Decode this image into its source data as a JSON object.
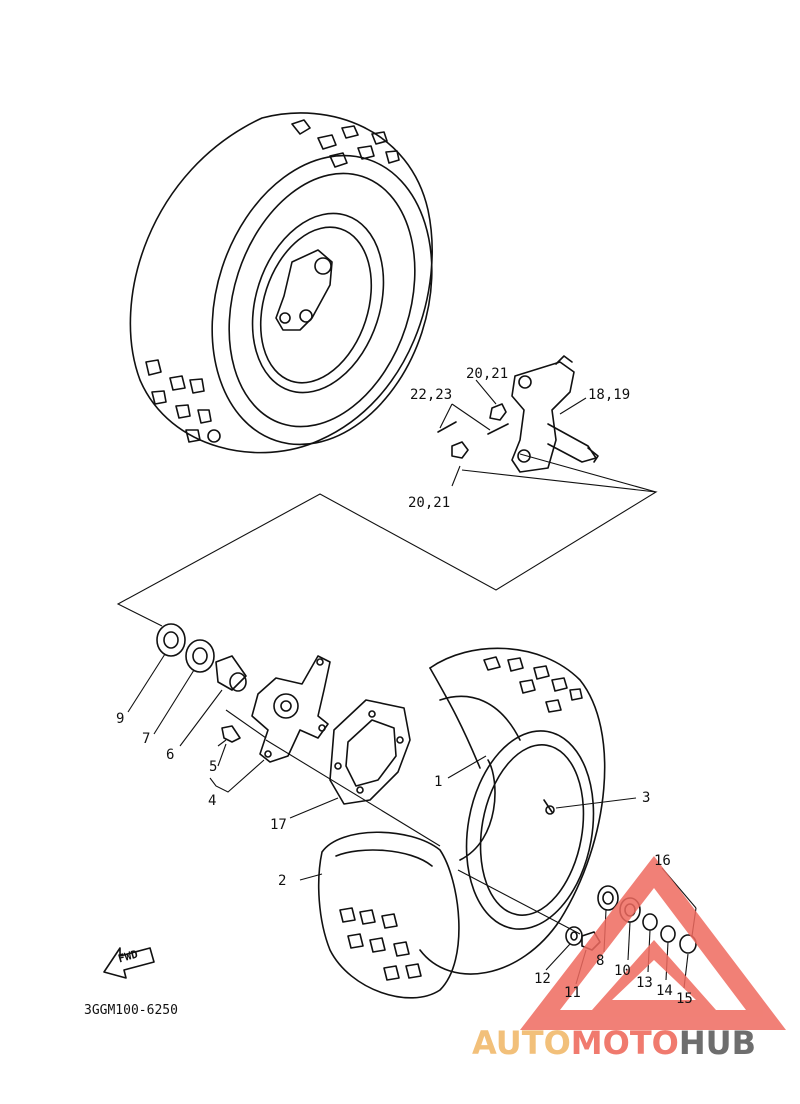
{
  "callouts": {
    "c1": "1",
    "c2": "2",
    "c3": "3",
    "c4": "4",
    "c5": "5",
    "c6": "6",
    "c7": "7",
    "c8": "8",
    "c9": "9",
    "c10": "10",
    "c11": "11",
    "c12": "12",
    "c13": "13",
    "c14": "14",
    "c15": "15",
    "c16": "16",
    "c17": "17",
    "c1819": "18,19",
    "c2021_top": "20,21",
    "c2021_bot": "20,21",
    "c2223": "22,23"
  },
  "fwd_label": "FWD",
  "diagram_code": "3GGM100-6250",
  "watermark": {
    "part1": "AUTO",
    "part2": "MOTO",
    "part3": "HUB",
    "color1": "#f2c07a",
    "color2": "#f07a6e",
    "color3": "#6e6e6e",
    "logo_color": "#ef6a5f"
  }
}
